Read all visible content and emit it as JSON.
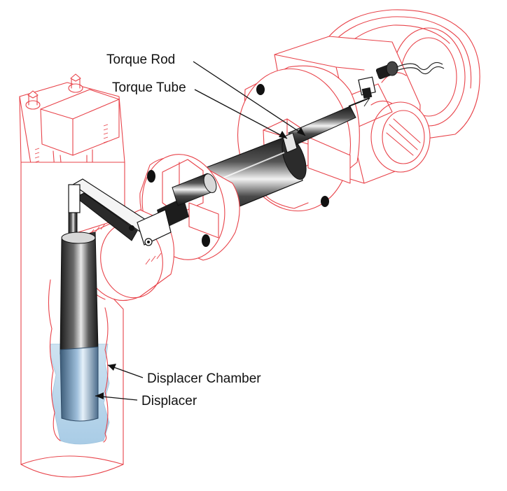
{
  "labels": {
    "torque_rod": "Torque Rod",
    "torque_tube": "Torque Tube",
    "displacer_chamber": "Displacer Chamber",
    "displacer": "Displacer"
  },
  "colors": {
    "housing_outline": "#e8434a",
    "liquid": "#b9d6ea",
    "metal_dark": "#2a2a2a",
    "label_text": "#111111"
  }
}
